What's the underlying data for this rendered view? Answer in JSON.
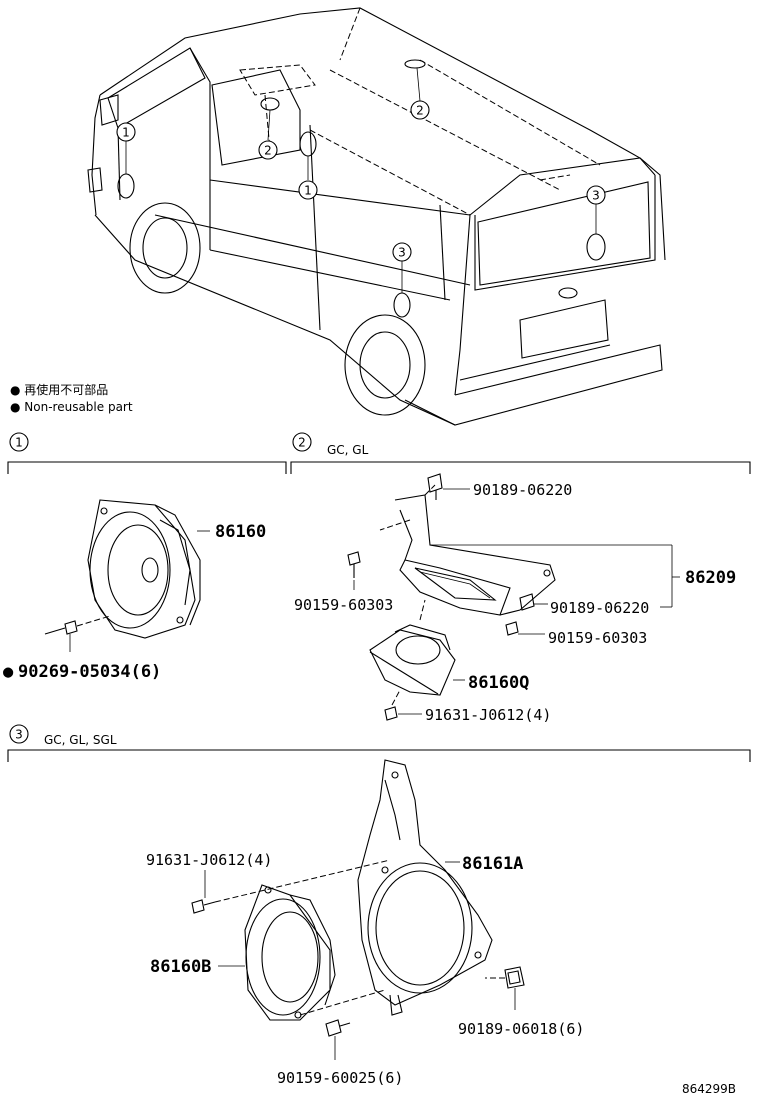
{
  "legend": {
    "line1": "● 再使用不可部品",
    "line2": "● Non-reusable part"
  },
  "overview": {
    "callouts": [
      "1",
      "1",
      "2",
      "2",
      "3",
      "3"
    ]
  },
  "section1": {
    "number": "1",
    "parts": {
      "speaker": "86160",
      "screw": "90269-05034(6)",
      "screw_marker": "●"
    }
  },
  "section2": {
    "number": "2",
    "grades": "GC, GL",
    "parts": {
      "screw_top": "90189-06220",
      "bracket": "86209",
      "screw_left": "90159-60303",
      "screw_mid": "90189-06220",
      "screw_right": "90159-60303",
      "speaker": "86160Q",
      "screw_bottom": "91631-J0612(4)"
    }
  },
  "section3": {
    "number": "3",
    "grades": "GC, GL, SGL",
    "parts": {
      "screw_top": "91631-J0612(4)",
      "bracket": "86161A",
      "speaker": "86160B",
      "nut": "90189-06018(6)",
      "screw_bottom": "90159-60025(6)"
    }
  },
  "diagram_id": "864299B"
}
